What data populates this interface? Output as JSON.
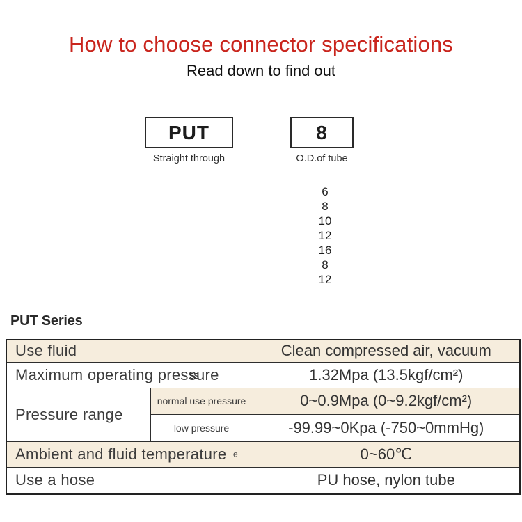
{
  "page": {
    "title": "How to choose connector specifications",
    "subtitle": "Read down to find out"
  },
  "selector": {
    "model_box": {
      "label": "PUT",
      "caption": "Straight through"
    },
    "size_box": {
      "label": "8",
      "caption": "O.D.of tube"
    },
    "size_options": [
      "6",
      "8",
      "10",
      "12",
      "16",
      "8",
      "12"
    ]
  },
  "series": {
    "heading": "PUT Series"
  },
  "spec_table": {
    "rows": [
      {
        "label": "Use fluid",
        "value": "Clean compressed air, vacuum"
      },
      {
        "label": "Maximum operating pressure",
        "value": "1.32Mpa  (13.5kgf/cm²)"
      },
      {
        "label": "Pressure range",
        "sub_rows": [
          {
            "sub_label": "normal use pressure",
            "value": "0~0.9Mpa  (0~9.2kgf/cm²)"
          },
          {
            "sub_label": "low pressure",
            "value": "-99.99~0Kpa  (-750~0mmHg)"
          }
        ]
      },
      {
        "label": "Ambient and fluid temperature",
        "value": "0~60℃"
      },
      {
        "label": "Use a hose",
        "value": "PU hose, nylon tube"
      }
    ],
    "artifacts": {
      "pressure_ss": "ss",
      "temperature_e": "e"
    }
  },
  "colors": {
    "accent_red": "#c9251d",
    "beige": "#f6eddd",
    "border_dark": "#2e2e2e"
  }
}
